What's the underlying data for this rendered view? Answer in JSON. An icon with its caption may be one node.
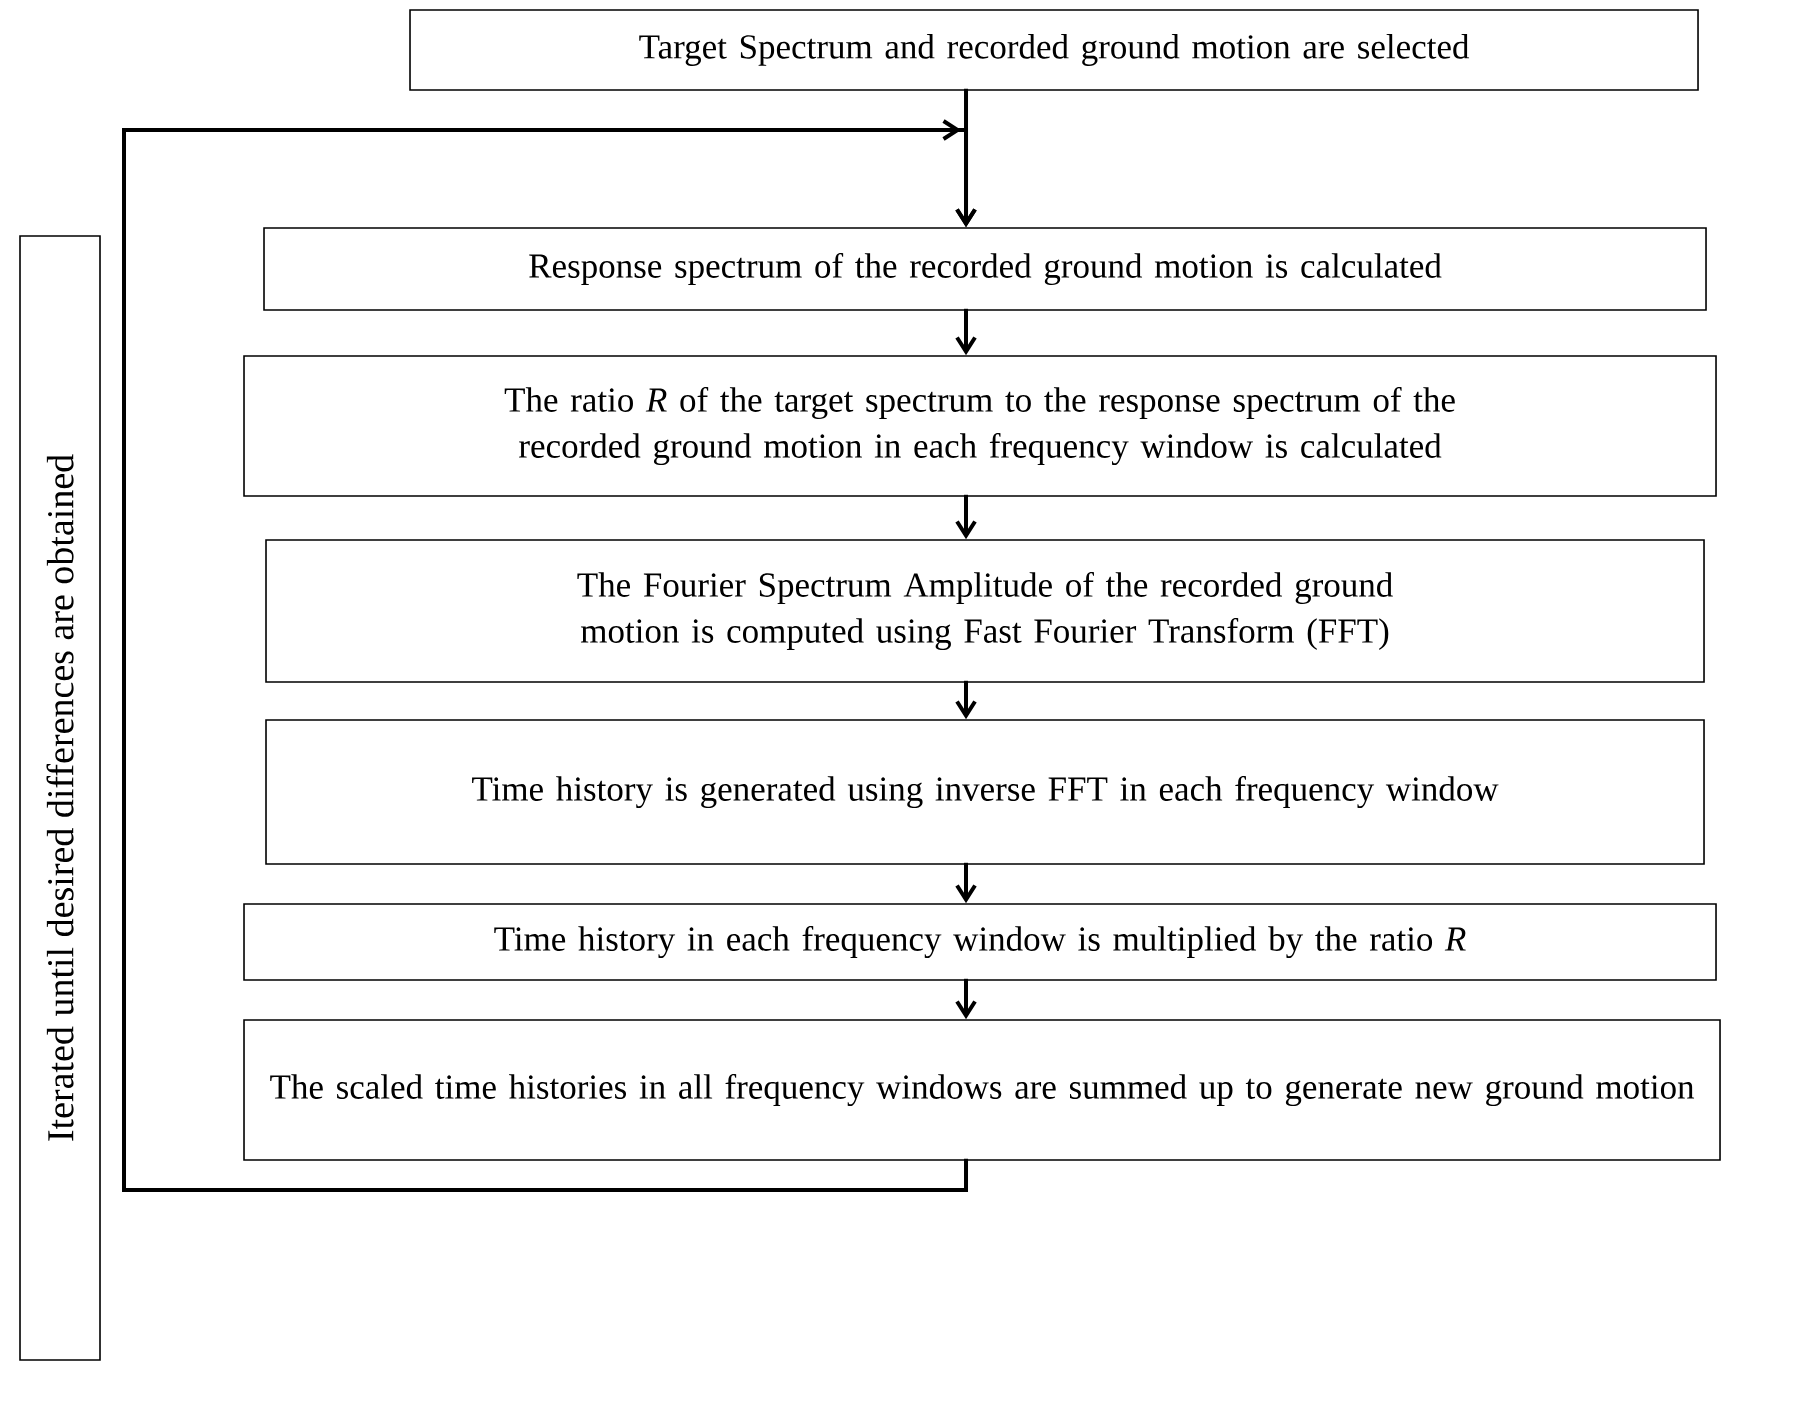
{
  "diagram": {
    "nodes": [
      {
        "text": [
          "Target Spectrum and recorded ground motion are selected"
        ]
      },
      {
        "text": [
          "Response spectrum of the recorded ground motion is calculated"
        ]
      },
      {
        "text": [
          "The ratio *R* of the target spectrum to the response spectrum of the recorded ground motion in each frequency window is calculated"
        ]
      },
      {
        "text": [
          "The Fourier Spectrum Amplitude of the recorded ground motion is computed using Fast Fourier Transform (FFT)"
        ]
      },
      {
        "text": [
          "Time history is generated using inverse FFT in each frequency window"
        ]
      },
      {
        "text": [
          "Time history in each frequency window is multiplied by the ratio *R*"
        ]
      },
      {
        "text": [
          "The scaled time histories in all frequency windows are summed up to generate new ground motion"
        ]
      },
      {
        "text": [
          "Iterated until desired differences are obtained"
        ]
      }
    ],
    "edges": [
      {
        "from": 0,
        "to": 1,
        "arrow": "to"
      },
      {
        "from": 1,
        "to": 2,
        "arrow": "to"
      },
      {
        "from": 2,
        "to": 3,
        "arrow": "to"
      },
      {
        "from": 3,
        "to": 4,
        "arrow": "to"
      },
      {
        "from": 4,
        "to": 5,
        "arrow": "to"
      },
      {
        "from": 5,
        "to": 6,
        "arrow": "to"
      },
      {
        "from": 6,
        "to": 1,
        "arrow": "to"
      }
    ]
  }
}
